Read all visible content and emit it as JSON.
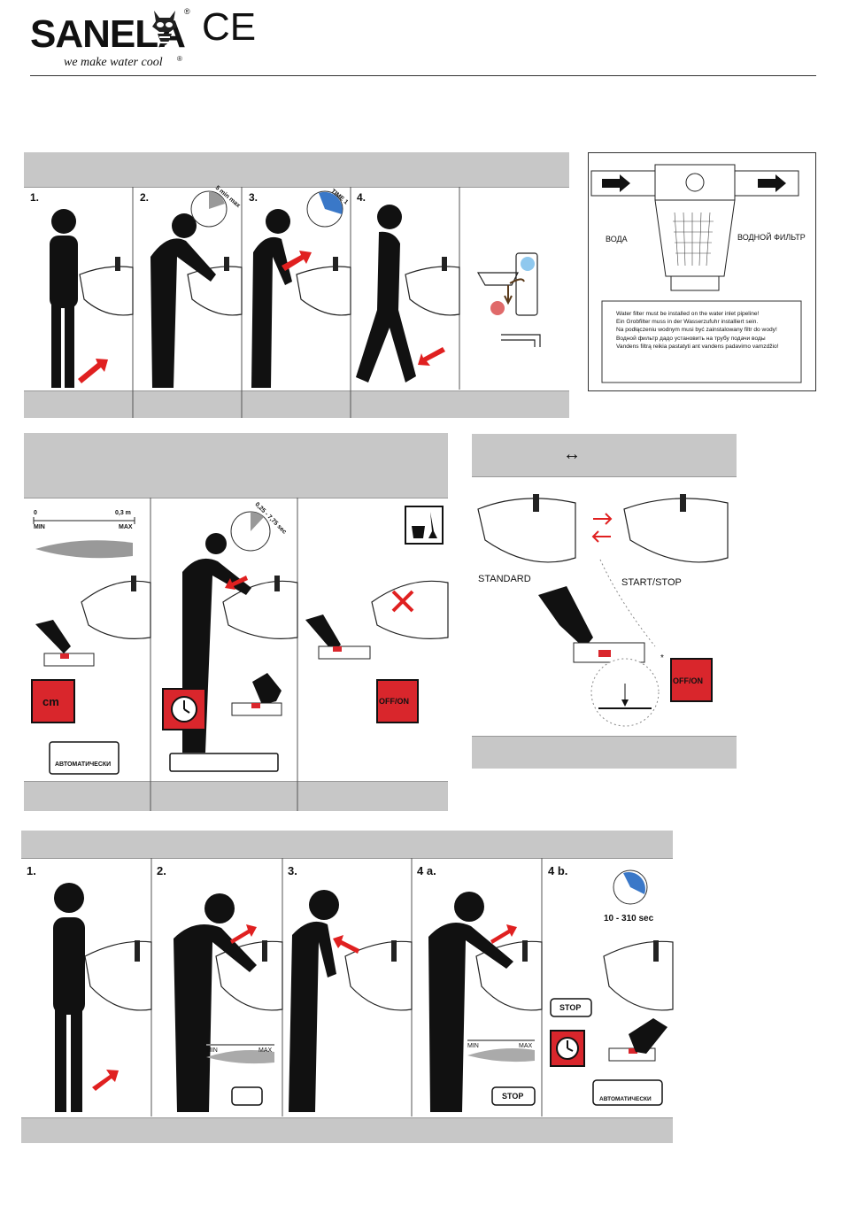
{
  "header": {
    "brand": "SANELA",
    "registered": "®",
    "tagline": "we make water cool",
    "tagline_mark": "®",
    "ce_mark": "CE"
  },
  "section_a": {
    "steps": [
      "1.",
      "2.",
      "3.",
      "4."
    ],
    "timer_2_label": "5 min max",
    "timer_3_label": "TIME 1"
  },
  "filter": {
    "water_label": "ВОДА",
    "filter_label": "ВОДНОЙ ФИЛЬТР",
    "notes": [
      "Water filter must be installed on the water inlet pipeline!",
      "Ein Grobfilter muss in der Wasserzufuhr installiert sein.",
      "Na podłączeniu wodnym musi być zainstalowany filtr do wody!",
      "Водной фильтр дадо установить на трубу подачи воды",
      "Vandens filtrą reikia pastatyti ant vandens padavimo vamzdžio!"
    ]
  },
  "section_b": {
    "range_min_value": "0",
    "range_max_value": "0,3 m",
    "range_min": "MIN",
    "range_max": "MAX",
    "timer_label": "0,25 - 7,75 sec",
    "cm_button": "cm",
    "offon_button": "OFF/ON",
    "auto_label": "АВТОМАТИЧЕСКИ"
  },
  "mode": {
    "arrow": "↔",
    "standard": "STANDARD",
    "startstop": "START/STOP",
    "offon_button": "OFF/ON",
    "asterisk": "*"
  },
  "section_c": {
    "steps": [
      "1.",
      "2.",
      "3.",
      "4 a.",
      "4 b."
    ],
    "min": "MIN",
    "max": "MAX",
    "min2": "MIN",
    "max2": "MAX",
    "stop": "STOP",
    "stop2": "STOP",
    "time_range": "10 - 310 sec",
    "auto_label": "АВТОМАТИЧЕСКИ"
  },
  "colors": {
    "panel_gray": "#c7c7c7",
    "accent_red": "#e02020",
    "button_red": "#d9262c",
    "water_blue": "#3a78c8",
    "sensor_blue": "#8fc8ee",
    "sensor_red": "#e06a6a"
  }
}
